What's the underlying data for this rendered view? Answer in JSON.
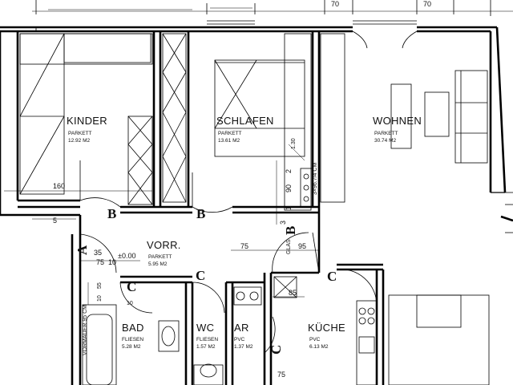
{
  "rooms": {
    "kinder": {
      "name": "KINDER",
      "floor": "PARKETT",
      "area": "12.92 M2"
    },
    "schlafen": {
      "name": "SCHLAFEN",
      "floor": "PARKETT",
      "area": "13.61 M2"
    },
    "wohnen": {
      "name": "WOHNEN",
      "floor": "PARKETT",
      "area": "30.74 M2"
    },
    "vorr": {
      "name": "VORR.",
      "floor": "PARKETT",
      "area": "5.95 M2"
    },
    "bad": {
      "name": "BAD",
      "floor": "FLIESEN",
      "area": "5.28 M2"
    },
    "wc": {
      "name": "WC",
      "floor": "FLIESEN",
      "area": "1.57 M2"
    },
    "ar": {
      "name": "AR",
      "floor": "PVC",
      "area": "1.37 M2"
    },
    "kueche": {
      "name": "KÜCHE",
      "floor": "PVC",
      "area": "6.13 M2"
    }
  },
  "door_marks": {
    "a": "A",
    "b1": "B",
    "b2": "B",
    "b3": "B",
    "c_bad": "C",
    "c_wc": "C",
    "c_kueche": "C",
    "c_ar": "C"
  },
  "dimensions": {
    "top_left": "70",
    "top_right": "70",
    "kinder_width": "160",
    "d5": "5",
    "d35": "35",
    "d75_left": "75",
    "d10": "10",
    "level": "±0.00",
    "d75_mid": "75",
    "d95": "95",
    "d85": "85",
    "d55": "55",
    "d10b": "10",
    "d10c": "10",
    "d75_bottom": "75",
    "d90": "90",
    "d2": "2",
    "d1": "1",
    "d130": "1.30",
    "d3": "3"
  },
  "vertical_labels": {
    "glas": "GLAS",
    "vormauer": "VORMAUER 95 CM",
    "brh": "3×96.7/4 CM"
  }
}
